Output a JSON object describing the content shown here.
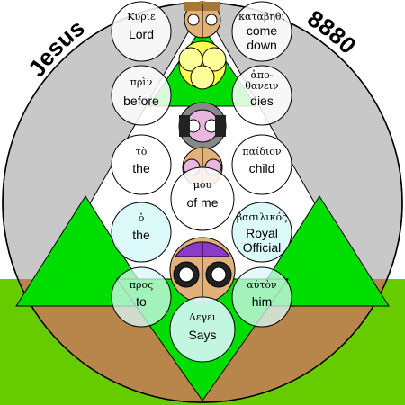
{
  "title_left": "Jesus",
  "title_right": "8880",
  "colors": {
    "background": "#ffffff",
    "grey": "#c8c8c8",
    "green": "#00dd00",
    "lightgreen": "#33ee33",
    "brown": "#b8864a",
    "olive": "#66cc00",
    "circle_white": "#ffffff",
    "circle_cyan": "#d8f8f8",
    "yellow": "#ffff55",
    "face_skin": "#e2b07a",
    "face_pink": "#e8b6e0",
    "face_dark": "#222222"
  },
  "words": [
    {
      "greek": "Κυριε",
      "english": "Lord"
    },
    {
      "greek": "καταβηθι",
      "english": "come down"
    },
    {
      "greek": "πρὶν",
      "english": "before"
    },
    {
      "greek": "ἀπο- θανειν",
      "english": "dies"
    },
    {
      "greek": "τὸ",
      "english": "the"
    },
    {
      "greek": "παίδιον",
      "english": "child"
    },
    {
      "greek": "μου",
      "english": "of me"
    },
    {
      "greek": "ὁ",
      "english": "the"
    },
    {
      "greek": "βασιλικός",
      "english": "Royal Official"
    },
    {
      "greek": "προς",
      "english": "to"
    },
    {
      "greek": "αὐτὸν",
      "english": "him"
    },
    {
      "greek": "Λεγει",
      "english": "Says"
    }
  ]
}
